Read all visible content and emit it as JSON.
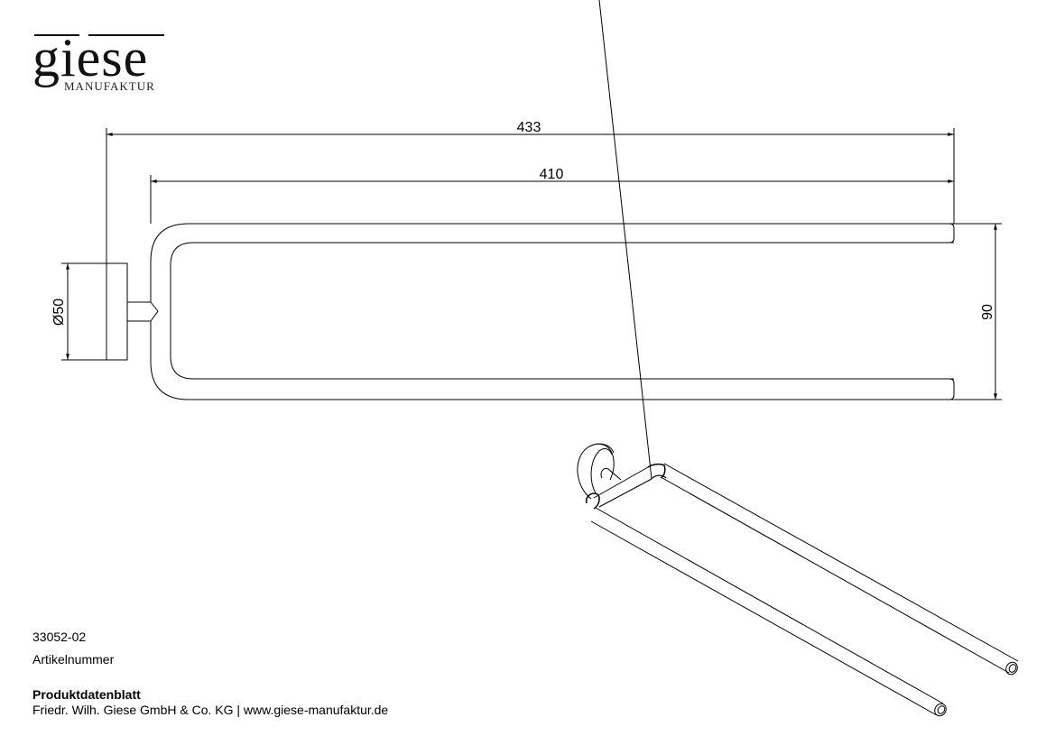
{
  "logo": {
    "wordmark": "giese",
    "subtitle": "MANUFAKTUR"
  },
  "drawing": {
    "dimensions": {
      "overall_length": "433",
      "bar_length": "410",
      "height": "90",
      "rosette_diameter": "Ø50"
    },
    "views": [
      "front-elevation",
      "isometric"
    ]
  },
  "footer": {
    "article_number": "33052-02",
    "article_label": "Artikelnummer",
    "document_title": "Produktdatenblatt",
    "company_line": "Friedr. Wilh. Giese GmbH & Co. KG | www.giese-manufaktur.de"
  },
  "colors": {
    "line": "#000000",
    "background": "#ffffff"
  }
}
